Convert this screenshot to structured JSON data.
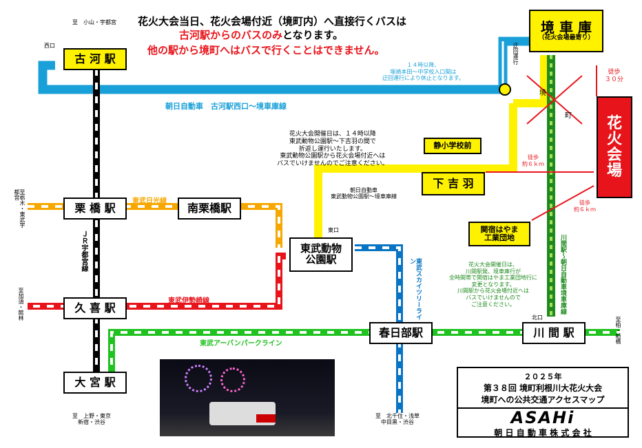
{
  "colors": {
    "blue": "#1aa0d8",
    "yellow": "#fff200",
    "orange": "#f7a800",
    "red": "#e8141b",
    "green": "#1fc21f",
    "dark_green": "#1e8a1e",
    "dark_blue": "#0a74c4",
    "black": "#000000"
  },
  "header": {
    "line1": "花火大会当日、花火会場付近（境町内）へ直接行くバスは",
    "line2a": "古河駅からのバスのみ",
    "line2b": "となります。",
    "line3": "他の駅から境町へはバスで行くことはできません。"
  },
  "stations": {
    "koga": "古 河 駅",
    "kurihashi": "栗 橋 駅",
    "minami_kurihashi": "南栗橋駅",
    "tobu_dobutsu": "東武動物\n公園駅",
    "kuki": "久 喜 駅",
    "omiya": "大 宮 駅",
    "kasukabe": "春日部駅",
    "kawama": "川 間 駅"
  },
  "stops": {
    "sakai_garage": "境 車 庫",
    "sakai_garage_sub": "（花火会場最寄り）",
    "shimo_yoshiba": "下 吉 羽",
    "shizu_school": "静小学校前",
    "sekiyado": "関宿はやま\n工業団地",
    "fireworks": "花\n火\n会\n場"
  },
  "labels": {
    "west_exit": "西口",
    "east_exit": "東口",
    "north_exit": "北口",
    "to_oyama": "至　小山・宇都宮",
    "to_tochigi": "至栃木・東武宇都宮",
    "to_kazo": "至加須・館林",
    "to_ueno": "至　上野・東京\n新宿・渋谷",
    "to_kitasenju": "至　北千住・浅草\n中目黒・渋谷",
    "to_kashiwa": "至柏・船橋",
    "detour": "迂回運行",
    "sakai_mark": "境",
    "machi_mark": "町"
  },
  "lines": {
    "tobu_nikko": "東武日光線",
    "jr_utsunomiya": "ＪＲ宇都宮線",
    "tobu_isesaki": "東武伊勢崎線",
    "tobu_urban": "東武アーバンパークライン",
    "tobu_skytree": "東武スカイツリーライン",
    "asahi_koga": "朝日自動車　古河駅西口〜境車庫線",
    "asahi_tobu": "朝日自動車\n東武動物公園駅〜境車庫線",
    "asahi_kawama": "川間駅〜朝日自動車境車庫線"
  },
  "notes": {
    "detour_note": "１４時以降、\n塚崎本田〜中学校入口間は\n迂回運行により休止となります。",
    "tobu_note": "花火大会開催日は、１４時以降\n東武動物公園駅〜下吉羽の間で\n折返し運行いたします。\n東武動物公園駅から花火会場付近へは\nバスでいけませんのでご注意ください。",
    "kawama_note": "花火大会開催日は、\n川間駅発、境車庫行が\n全時間帯で関宿はやま工業団地行に\n変更となります。\n川間駅から花火会場付近へは\nバスでいけませんので\nご注意ください。",
    "walk_30": "徒歩\n３０分",
    "walk_6a": "徒歩\n約６ｋｍ",
    "walk_6b": "徒歩\n約６ｋｍ"
  },
  "title_box": {
    "year": "２０２５年",
    "event": "第３８回 境町利根川大花火大会",
    "subtitle": "境町への公共交通アクセスマップ",
    "brand": "ASAHi",
    "company": "朝 日 自 動 車 株 式 会 社"
  }
}
